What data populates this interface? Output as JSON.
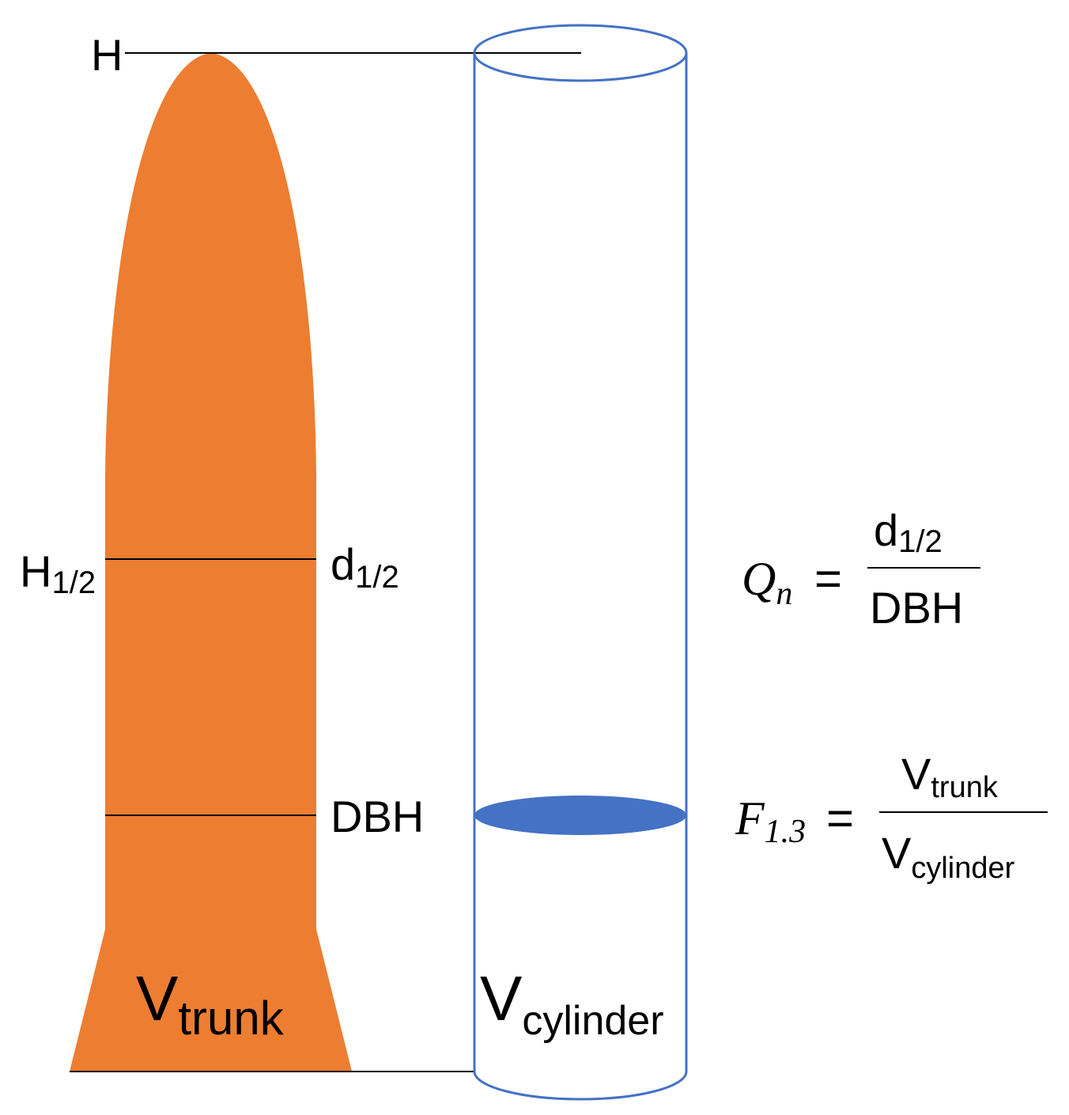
{
  "labels": {
    "height": "H",
    "half_height": {
      "main": "H",
      "sub": "1/2"
    },
    "half_diameter": {
      "main": "d",
      "sub": "1/2"
    },
    "dbh": "DBH",
    "trunk_volume": {
      "main": "V",
      "sub": "trunk"
    },
    "cylinder_volume": {
      "main": "V",
      "sub": "cylinder"
    }
  },
  "equations": {
    "quotient": {
      "lhs": {
        "main": "Q",
        "sub": "n"
      },
      "op": "=",
      "numerator": {
        "main": "d",
        "sub": "1/2"
      },
      "denominator": "DBH"
    },
    "form_factor": {
      "lhs": {
        "main": "F",
        "sub": "1.3"
      },
      "op": "=",
      "numerator": {
        "main": "V",
        "sub": "trunk"
      },
      "denominator": {
        "main": "V",
        "sub": "cylinder"
      }
    }
  },
  "colors": {
    "trunk_fill": "#ED7D31",
    "cylinder_stroke": "#4472C4",
    "dbh_disc_fill": "#4472C4",
    "line": "#000000",
    "text": "#000000"
  }
}
